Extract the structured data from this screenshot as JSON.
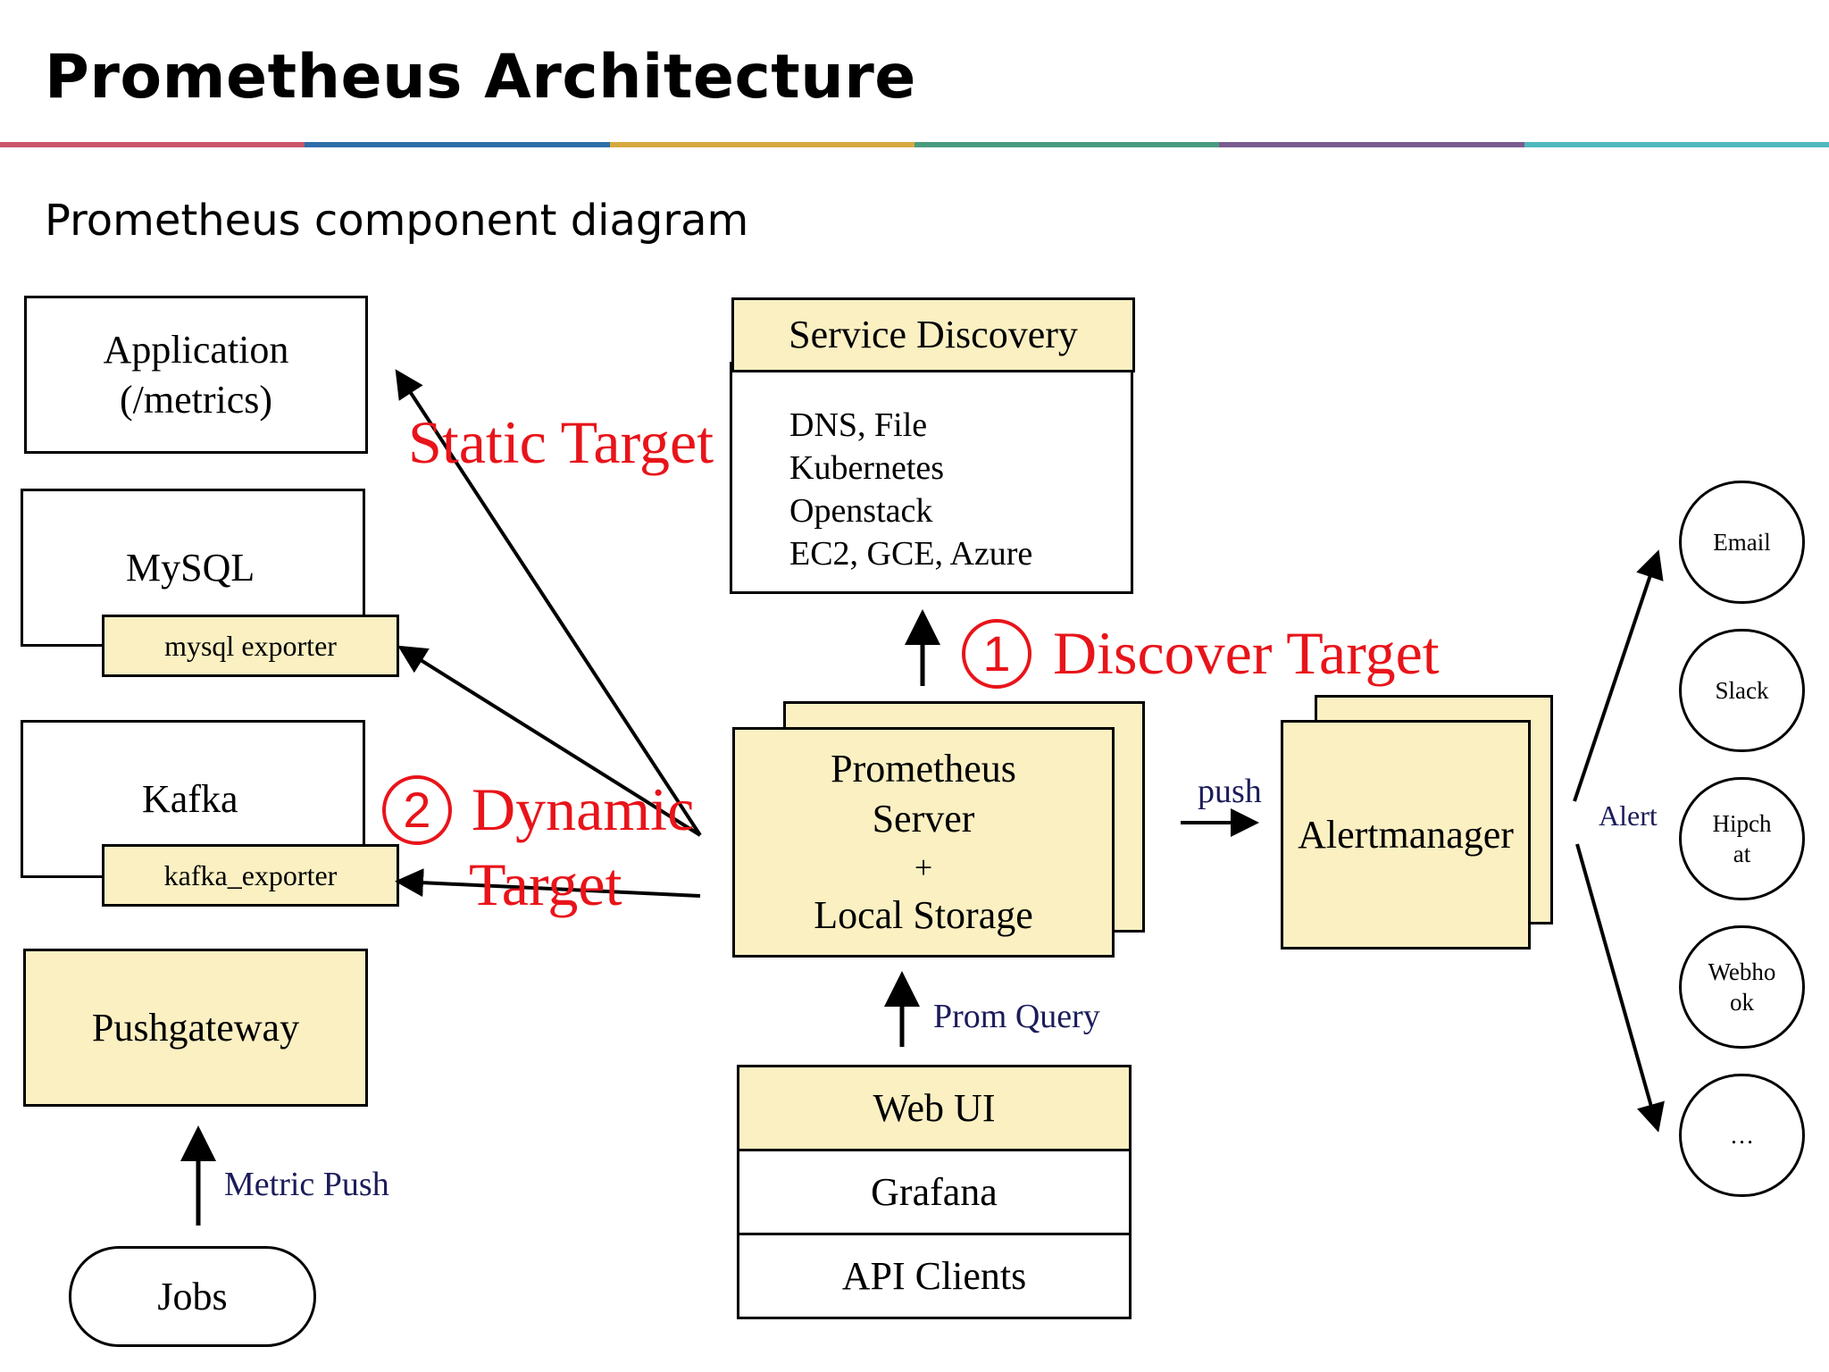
{
  "header": {
    "title": "Prometheus Architecture",
    "subtitle": "Prometheus component diagram",
    "stripe_colors": [
      "#c9566a",
      "#2e6fa8",
      "#d6a93f",
      "#4a9b7e",
      "#7a5b90",
      "#4fb8c0"
    ]
  },
  "targets": {
    "application": "Application\n(/metrics)",
    "mysql": "MySQL",
    "mysql_exporter": "mysql exporter",
    "kafka": "Kafka",
    "kafka_exporter": "kafka_exporter",
    "pushgateway": "Pushgateway",
    "jobs": "Jobs",
    "metric_push": "Metric Push"
  },
  "labels": {
    "static_target": "Static Target",
    "dynamic_num": "2",
    "dynamic_line1": "Dynamic",
    "dynamic_line2": "Target",
    "discover_num": "1",
    "discover_target": "Discover Target",
    "push": "push",
    "prom_query": "Prom Query",
    "alert": "Alert"
  },
  "service_discovery": {
    "title": "Service Discovery",
    "items": [
      "DNS, File",
      "Kubernetes",
      "Openstack",
      "EC2, GCE, Azure"
    ]
  },
  "server": {
    "line1": "Prometheus",
    "line2": "Server",
    "line3": "+",
    "line4": "Local Storage"
  },
  "alertmanager": "Alertmanager",
  "clients": {
    "web_ui": "Web UI",
    "grafana": "Grafana",
    "api_clients": "API Clients"
  },
  "receivers": [
    "Email",
    "Slack",
    "Hipch\nat",
    "Webho\nok",
    "…"
  ],
  "colors": {
    "component_fill": "#fbf0c2",
    "annotation_red": "#e8141a",
    "annotation_navy": "#1c1c5a"
  }
}
